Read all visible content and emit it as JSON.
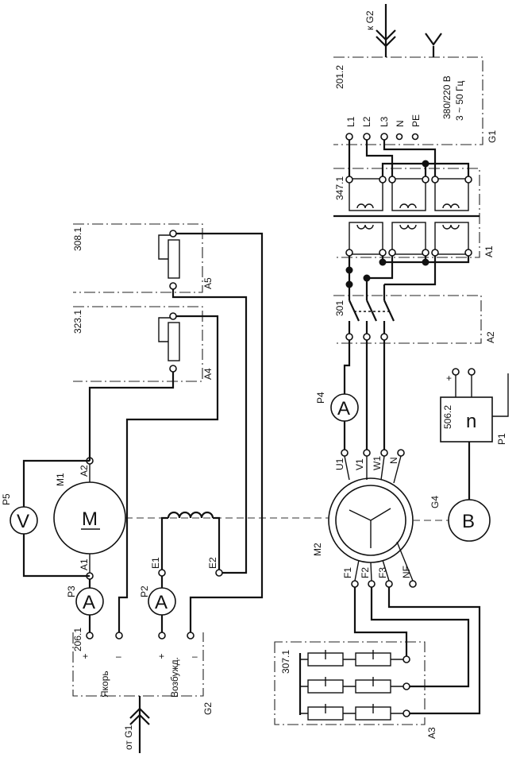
{
  "labels": {
    "g2_feed": "к G2",
    "g1_feed": "от G1",
    "u201": "201.2",
    "u201_voltage": "380/220 В",
    "u201_freq": "3 ~ 50 Гц",
    "g1": "G1",
    "l1": "L1",
    "l2": "L2",
    "l3": "L3",
    "n": "N",
    "pe": "PE",
    "u347": "347.1",
    "a1": "A1",
    "u301": "301",
    "a2": "A2",
    "u308": "308.1",
    "a5": "A5",
    "u323": "323.1",
    "a4": "A4",
    "u206": "206.1",
    "g2": "G2",
    "yakor": "Якорь",
    "vozb": "Возбужд.",
    "plus": "+",
    "minus": "–",
    "p1": "P1",
    "p2": "P2",
    "p3": "P3",
    "p4": "P4",
    "p5": "P5",
    "m1": "M1",
    "m2": "M2",
    "a1_term": "A1",
    "a2_term": "A2",
    "e1": "E1",
    "e2": "E2",
    "u1": "U1",
    "v1": "V1",
    "w1": "W1",
    "n_term": "N",
    "f1": "F1",
    "f2": "F2",
    "f3": "F3",
    "nf": "NF",
    "u307": "307.1",
    "a3": "A3",
    "u506": "506.2",
    "g4": "G4",
    "meter_a": "A",
    "meter_v": "V",
    "motor_m": "M",
    "tacho_b": "B",
    "speed_n": "n"
  }
}
